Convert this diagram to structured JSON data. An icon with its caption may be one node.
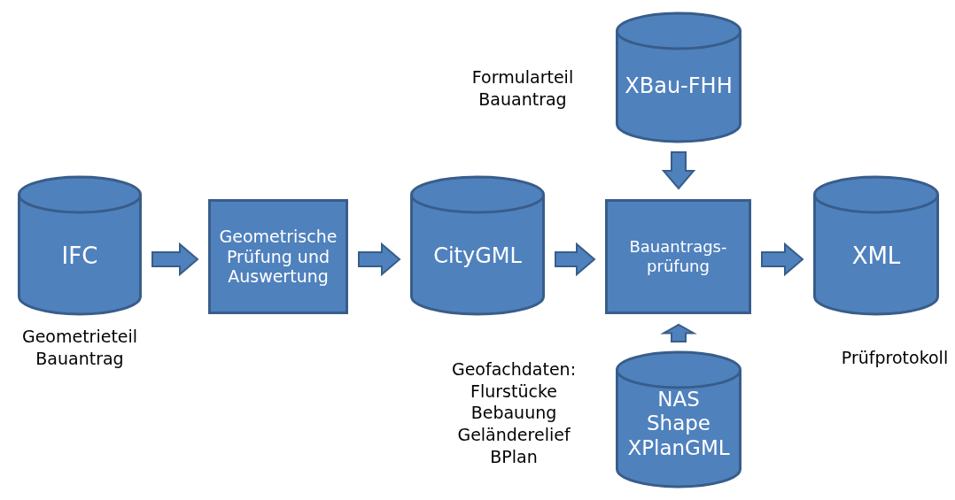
{
  "diagram": {
    "nodes": [
      {
        "text": [
          "XBau-FHH"
        ],
        "beside": [
          "Formularteil Bauantrag"
        ]
      },
      {
        "text": [
          "IFC"
        ],
        "beside": [
          "Geometrieteil Bauantrag"
        ]
      },
      {
        "text": [
          "Geometrische Prüfung und Auswertung"
        ]
      },
      {
        "text": [
          "CityGML"
        ]
      },
      {
        "text": [
          "Bauantrags-prüfung"
        ]
      },
      {
        "text": [
          "XML"
        ],
        "beside": [
          "Prüfprotokoll"
        ]
      },
      {
        "text": [
          "NAS Shape XPlanGML"
        ],
        "beside": [
          "Geofachdaten: Flurstücke Bebauung Geländerelief BPlan"
        ]
      }
    ],
    "edges": [
      {
        "from": 1,
        "to": 2,
        "arrow": "to"
      },
      {
        "from": 2,
        "to": 3,
        "arrow": "to"
      },
      {
        "from": 3,
        "to": 4,
        "arrow": "to"
      },
      {
        "from": 4,
        "to": 5,
        "arrow": "to"
      },
      {
        "from": 0,
        "to": 4,
        "arrow": "to"
      },
      {
        "from": 6,
        "to": 4,
        "arrow": "to"
      }
    ]
  }
}
